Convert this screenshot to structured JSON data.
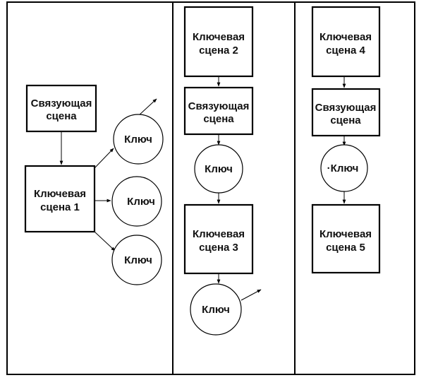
{
  "diagram": {
    "boxes": {
      "link_scene_left": [
        "Связующая",
        "сцена"
      ],
      "key_scene_1": [
        "Ключевая",
        "сцена 1"
      ],
      "key_scene_2": [
        "Ключевая",
        "сцена 2"
      ],
      "link_scene_middle": [
        "Связующая",
        "сцена"
      ],
      "key_scene_3": [
        "Ключевая",
        "сцена 3"
      ],
      "key_scene_4": [
        "Ключевая",
        "сцена 4"
      ],
      "link_scene_right": [
        "Связующая",
        "сцена"
      ],
      "key_scene_5": [
        "Ключевая",
        "сцена 5"
      ]
    },
    "circles": {
      "key_left_top": "Ключ",
      "key_left_middle": "Ключ",
      "key_left_bottom": "Ключ",
      "key_middle_top": "Ключ",
      "key_middle_bottom": "Ключ",
      "key_right": "·Ключ"
    }
  }
}
